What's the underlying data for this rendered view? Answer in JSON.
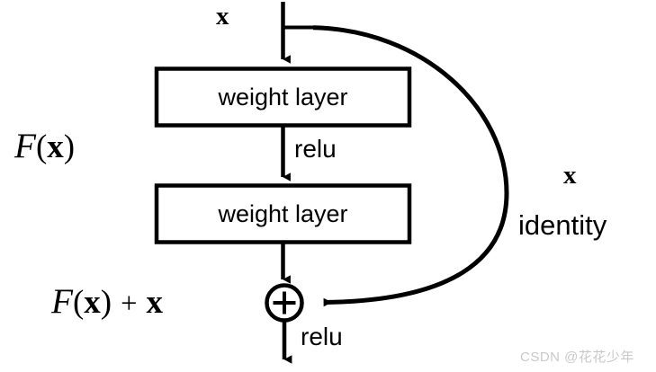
{
  "diagram": {
    "title": "residual-learning-building-block",
    "stroke_color": "#000000",
    "background_color": "#ffffff",
    "blocks": [
      {
        "id": "weight-layer-1",
        "label": "weight layer"
      },
      {
        "id": "weight-layer-2",
        "label": "weight layer"
      }
    ],
    "labels": {
      "input_x": "x",
      "relu_middle": "relu",
      "relu_output": "relu",
      "function_fx_script": "F",
      "function_fx_open": "(",
      "function_fx_var": "x",
      "function_fx_close": ")",
      "plus_operator": "+",
      "identity_x": "x",
      "identity_text": "identity",
      "sum_operator": "+"
    },
    "connections": [
      {
        "id": "input-to-layer1",
        "from": "input-x",
        "to": "weight-layer-1",
        "type": "arrow-down"
      },
      {
        "id": "layer1-to-layer2",
        "from": "weight-layer-1",
        "to": "weight-layer-2",
        "type": "arrow-down",
        "annotation": "relu"
      },
      {
        "id": "layer2-to-sum",
        "from": "weight-layer-2",
        "to": "sum-node",
        "type": "arrow-down"
      },
      {
        "id": "skip-connection",
        "from": "input-x",
        "to": "sum-node",
        "type": "curved-arrow",
        "annotation": "identity"
      },
      {
        "id": "sum-to-output",
        "from": "sum-node",
        "to": "output",
        "type": "arrow-down",
        "annotation": "relu"
      }
    ]
  },
  "watermark": {
    "text": "CSDN @花花少年",
    "color": "#c9c9c9"
  }
}
